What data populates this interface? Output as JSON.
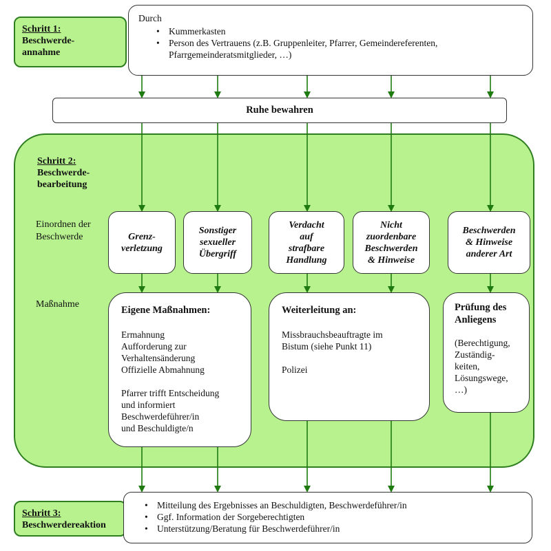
{
  "step1": {
    "title": "Schritt 1:",
    "subtitle_line1": "Beschwerde-",
    "subtitle_line2": "annahme"
  },
  "intake": {
    "intro": "Durch",
    "items": [
      "Kummerkasten",
      "Person des Vertrauens (z.B. Gruppenleiter, Pfarrer, Gemeindereferenten,",
      "Pfarrgemeinderatsmitglieder, …)"
    ]
  },
  "calm": {
    "label": "Ruhe bewahren"
  },
  "step2": {
    "title": "Schritt 2:",
    "subtitle_line1": "Beschwerde-",
    "subtitle_line2": "bearbeitung",
    "classify_line1": "Einordnen der",
    "classify_line2": "Beschwerde",
    "measure_label": "Maßnahme"
  },
  "categories": [
    {
      "lines": [
        "Grenz-",
        "verletzung"
      ]
    },
    {
      "lines": [
        "Sonstiger",
        "sexueller",
        "Übergriff"
      ]
    },
    {
      "lines": [
        "Verdacht",
        "auf",
        "strafbare",
        "Handlung"
      ]
    },
    {
      "lines": [
        "Nicht",
        "zuordenbare",
        "Beschwerden",
        "& Hinweise"
      ]
    },
    {
      "lines": [
        "Beschwerden",
        "& Hinweise",
        "anderer Art"
      ]
    }
  ],
  "actions": {
    "own": {
      "title": "Eigene Maßnahmen:",
      "lines": [
        "Ermahnung",
        "Aufforderung zur",
        "Verhaltensänderung",
        "Offizielle Abmahnung",
        "",
        "Pfarrer trifft Entscheidung",
        "und informiert",
        "Beschwerdeführer/in",
        "und Beschuldigte/n"
      ]
    },
    "forward": {
      "title": "Weiterleitung an:",
      "lines": [
        "Missbrauchsbeauftragte im",
        "Bistum (siehe Punkt 11)",
        "",
        "Polizei"
      ]
    },
    "review": {
      "title_line1": "Prüfung des",
      "title_line2": "Anliegens",
      "lines": [
        "(Berechtigung,",
        "Zuständig-",
        "keiten,",
        "Lösungswege,",
        "…)"
      ]
    }
  },
  "step3": {
    "title": "Schritt 3:",
    "subtitle": "Beschwerdereaktion"
  },
  "reaction": {
    "items": [
      "Mitteilung des Ergebnisses an Beschuldigten, Beschwerdeführer/in",
      "Ggf. Information der Sorgeberechtigten",
      "Unterstützung/Beratung für Beschwerdeführer/in"
    ]
  },
  "colors": {
    "area_fill": "#b7f28f",
    "area_border": "#2e7d1f",
    "arrow": "#1f7a12"
  }
}
